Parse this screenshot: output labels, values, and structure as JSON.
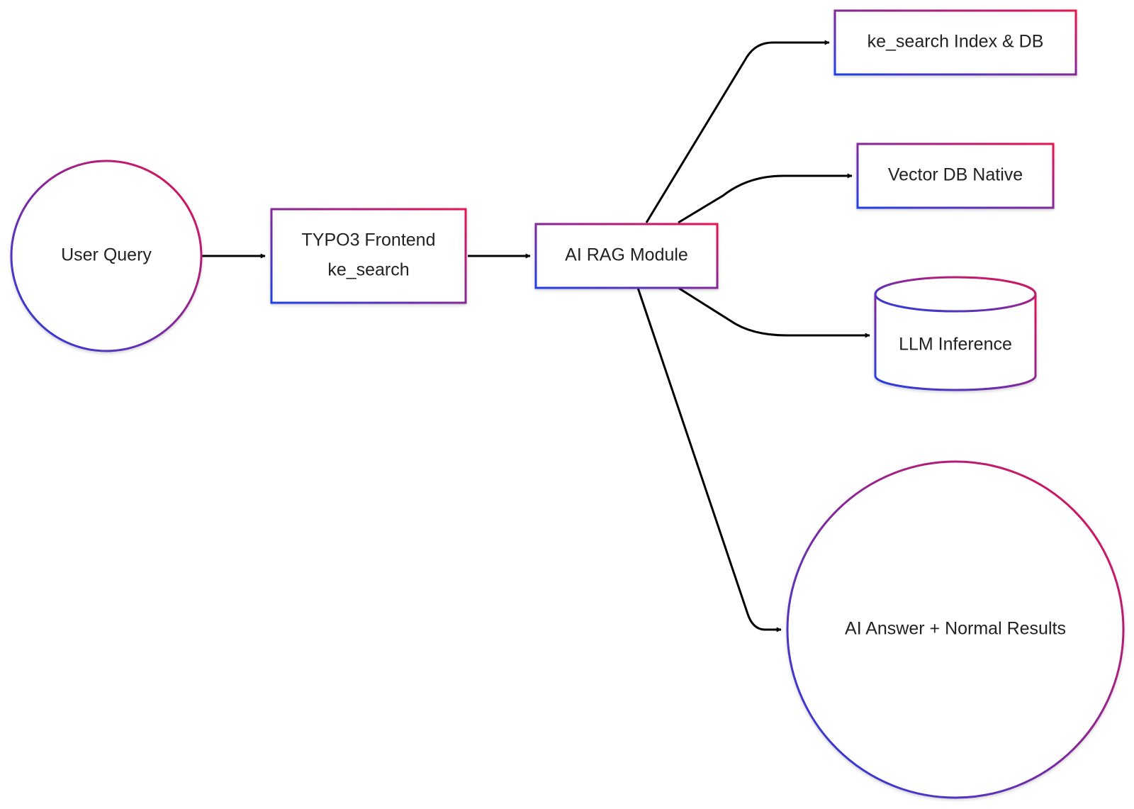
{
  "colors": {
    "gradient_start": "#1f3fe6",
    "gradient_end": "#e8124f",
    "edge": "#000000",
    "text": "#222222",
    "background": "#ffffff"
  },
  "nodes": {
    "user_query": {
      "label": "User Query",
      "shape": "circle"
    },
    "typo3_frontend": {
      "label_line1": "TYPO3 Frontend",
      "label_line2": "ke_search",
      "shape": "rectangle"
    },
    "ai_rag_module": {
      "label": "AI RAG Module",
      "shape": "rectangle"
    },
    "ke_search_index": {
      "label": "ke_search Index & DB",
      "shape": "rectangle"
    },
    "vector_db": {
      "label": "Vector DB Native",
      "shape": "rectangle"
    },
    "llm_inference": {
      "label": "LLM Inference",
      "shape": "cylinder"
    },
    "ai_answer": {
      "label": "AI Answer + Normal Results",
      "shape": "circle"
    }
  },
  "edges": [
    {
      "from": "user_query",
      "to": "typo3_frontend"
    },
    {
      "from": "typo3_frontend",
      "to": "ai_rag_module"
    },
    {
      "from": "ai_rag_module",
      "to": "ke_search_index"
    },
    {
      "from": "ai_rag_module",
      "to": "vector_db"
    },
    {
      "from": "ai_rag_module",
      "to": "llm_inference"
    },
    {
      "from": "ai_rag_module",
      "to": "ai_answer"
    }
  ]
}
